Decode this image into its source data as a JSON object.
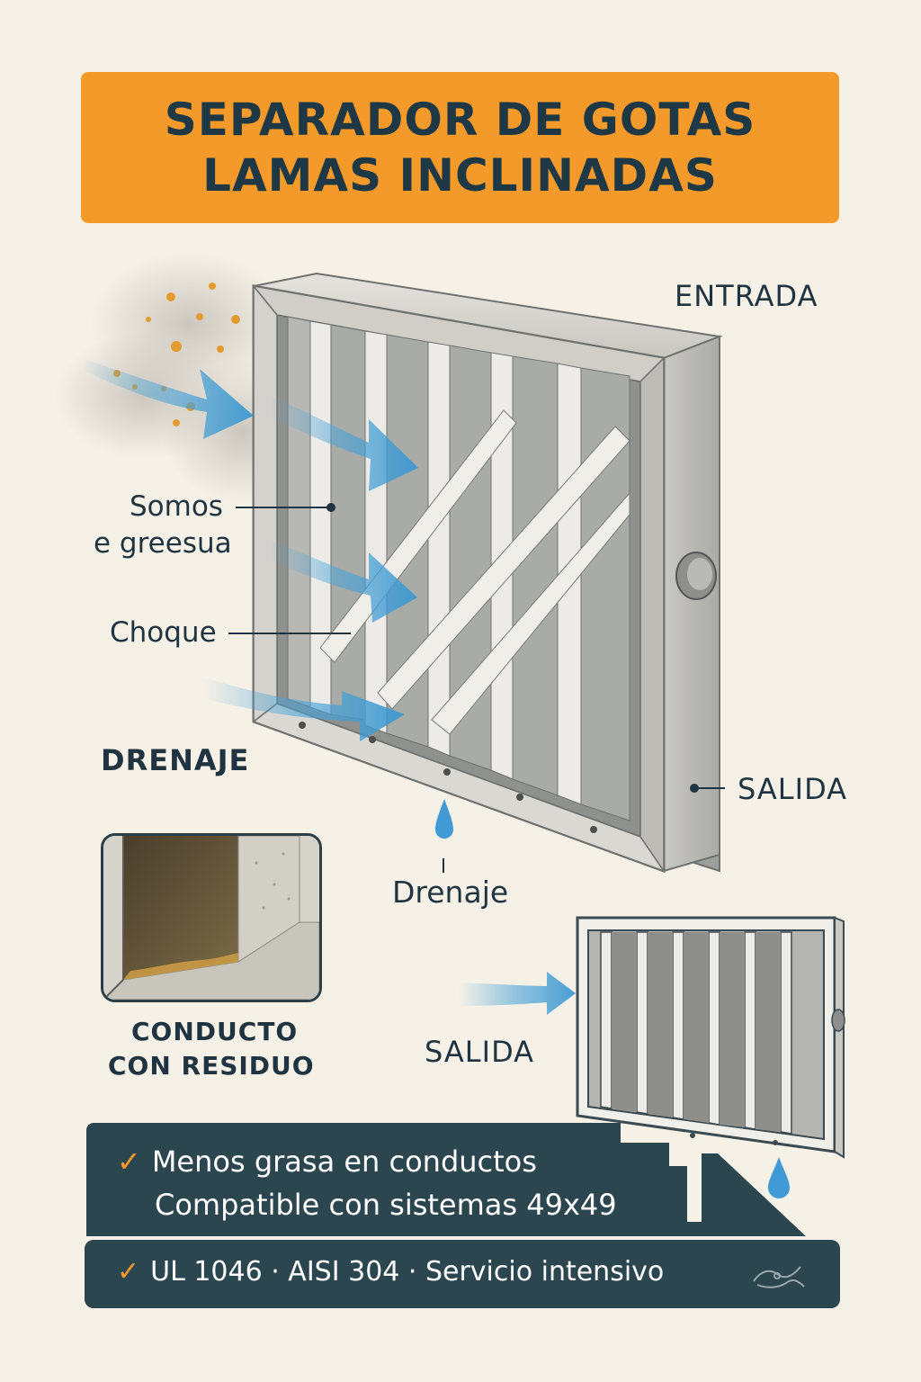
{
  "title": {
    "line1": "SEPARADOR DE GOTAS",
    "line2": "LAMAS INCLINADAS"
  },
  "labels": {
    "entrada": "ENTRADA",
    "somos": "Somos",
    "greesua": "e greesua",
    "choque": "Choque",
    "drenaje_caps": "DRENAJE",
    "salida_main": "SALIDA",
    "drenaje": "Drenaje",
    "conducto_1": "CONDUCTO",
    "conducto_2": "CON RESIDUO",
    "salida_small": "SALIDA"
  },
  "benefits": {
    "line1": "Menos grasa en conductos",
    "line2": "Compatible con sistemas 49x49",
    "line3": "UL 1046 · AISI 304 · Servicio intensivo",
    "check_symbol": "✓"
  },
  "colors": {
    "accent": "#f49a2a",
    "dark_panel": "#2c4650",
    "airflow_blue": "#4aa3d8",
    "background": "#f6f1e7"
  },
  "icons": [
    "airflow-arrow-icon",
    "water-drop-icon",
    "check-icon",
    "handshake-icon"
  ]
}
